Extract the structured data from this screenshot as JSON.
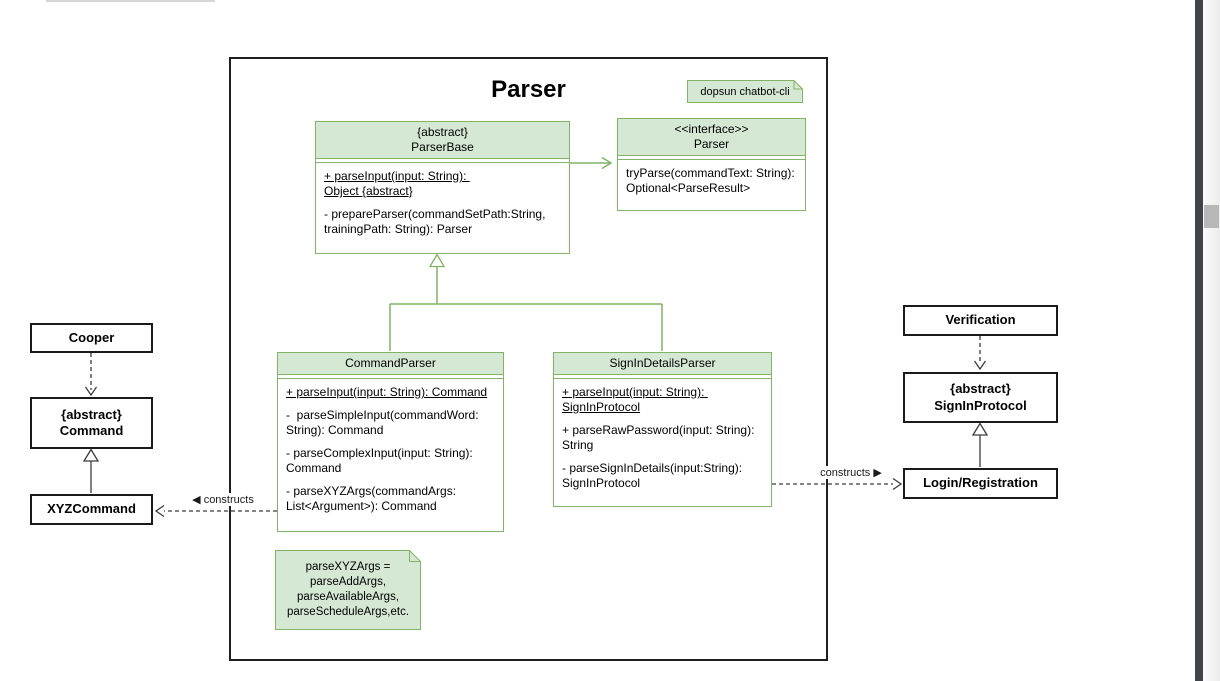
{
  "diagram_title": "Parser",
  "top_note": "dopsun chatbot-cli",
  "classes": {
    "parser_base": {
      "stereotype": "{abstract}",
      "name": "ParserBase",
      "methods": [
        {
          "text": "+ parseInput(input: String): \nObject {abstract}",
          "underline": true
        },
        {
          "text": "- prepareParser(commandSetPath:String, trainingPath: String): Parser",
          "underline": false
        }
      ]
    },
    "parser_interface": {
      "stereotype": "<<interface>>",
      "name": "Parser",
      "methods": [
        {
          "text": "tryParse(commandText: String): Optional<ParseResult>",
          "underline": false
        }
      ]
    },
    "command_parser": {
      "name": "CommandParser",
      "methods": [
        {
          "text": "+ parseInput(input: String): Command",
          "underline": true
        },
        {
          "text": "-  parseSimpleInput(commandWord: String): Command",
          "underline": false
        },
        {
          "text": "- parseComplexInput(input: String): Command",
          "underline": false
        },
        {
          "text": "- parseXYZArgs(commandArgs: List<Argument>): Command",
          "underline": false
        }
      ]
    },
    "sign_in_details_parser": {
      "name": "SignInDetailsParser",
      "methods": [
        {
          "text": "+ parseInput(input: String): SignInProtocol",
          "underline": true
        },
        {
          "text": "+ parseRawPassword(input: String): String",
          "underline": false
        },
        {
          "text": "- parseSignInDetails(input:String): SignInProtocol",
          "underline": false
        }
      ]
    }
  },
  "external": {
    "cooper": "Cooper",
    "command": {
      "stereotype": "{abstract}",
      "name": "Command"
    },
    "xyz_command": "XYZCommand",
    "verification": "Verification",
    "sign_in_protocol": {
      "stereotype": "{abstract}",
      "name": "SignInProtocol"
    },
    "login_registration": "Login/Registration"
  },
  "edge_labels": {
    "constructs_left": "◀ constructs",
    "constructs_right": "constructs ▶"
  },
  "bottom_note": {
    "lines": [
      "parseXYZArgs =",
      "parseAddArgs,",
      "parseAvailableArgs,",
      "parseScheduleArgs,etc."
    ]
  },
  "colors": {
    "class_fill": "#d5e8d4",
    "class_stroke": "#82b366",
    "box_stroke": "#1a1a1a",
    "divider": "#3f4449"
  }
}
